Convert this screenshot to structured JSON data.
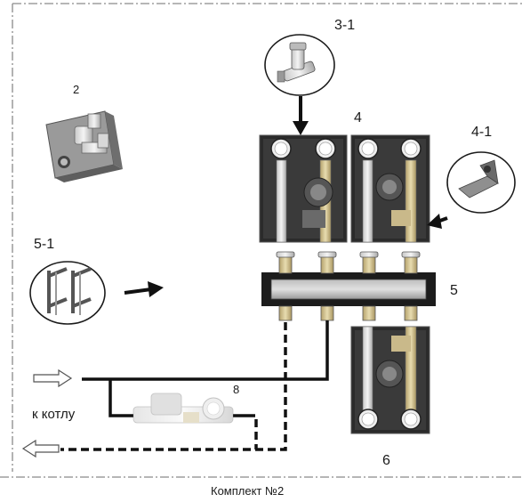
{
  "labels": {
    "item_2": "2",
    "item_3_1": "3-1",
    "item_4": "4",
    "item_4_1": "4-1",
    "item_5_1": "5-1",
    "item_5": "5",
    "item_6": "6",
    "item_8": "8",
    "to_boiler": "к котлу"
  },
  "caption": "Комплект №2",
  "colors": {
    "border_dash": "#8a8a8a",
    "pipe": "#111111",
    "module_frame": "#3a3a3a",
    "manifold_bar": "#9a9a9a",
    "brass": "#c9b98a",
    "arrow_outline": "#555555"
  },
  "icons": {
    "item_2": "mixing-valve-icon",
    "item_3_1": "bypass-valve-icon",
    "item_4_1": "wall-bracket-icon",
    "item_5_1": "mounting-brackets-icon",
    "item_8": "pump-group-icon"
  }
}
